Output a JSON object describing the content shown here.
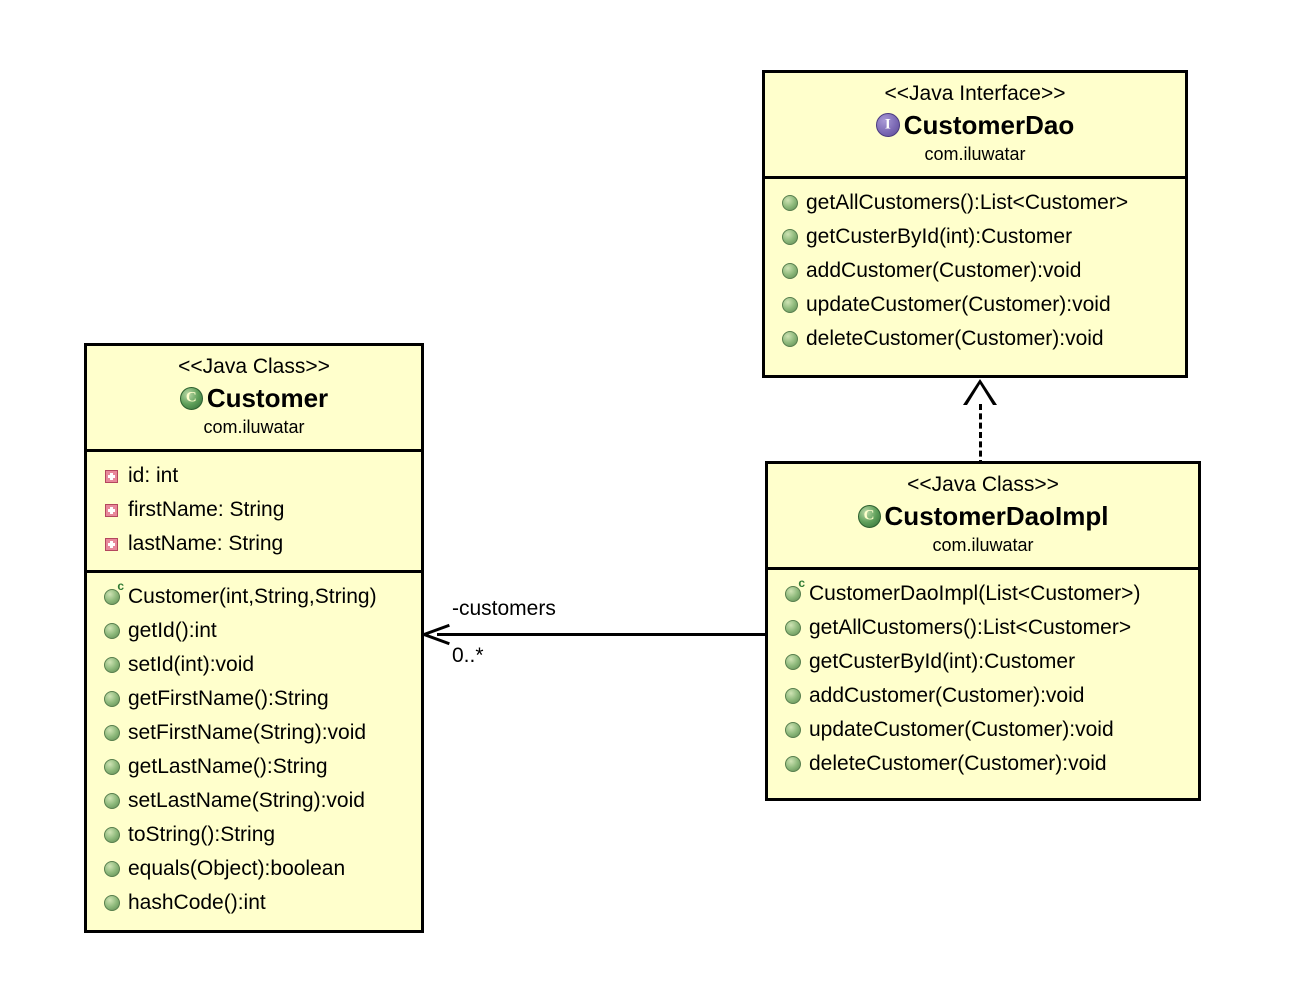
{
  "diagram": {
    "title": "Java DAO pattern UML class diagram",
    "colors": {
      "box_fill": "#ffffcc",
      "border": "#000000",
      "interface_icon": "#7c6ab5",
      "class_icon": "#5fa05a",
      "field_icon": "#e8889a",
      "method_icon": "#8fba7c"
    }
  },
  "classes": {
    "customer": {
      "stereotype": "<<Java Class>>",
      "name": "Customer",
      "package": "com.iluwatar",
      "icon": "class-icon",
      "fields": [
        {
          "icon": "private-field-icon",
          "label": "id: int"
        },
        {
          "icon": "private-field-icon",
          "label": "firstName: String"
        },
        {
          "icon": "private-field-icon",
          "label": "lastName: String"
        }
      ],
      "methods": [
        {
          "icon": "constructor-icon",
          "label": "Customer(int,String,String)"
        },
        {
          "icon": "public-method-icon",
          "label": "getId():int"
        },
        {
          "icon": "public-method-icon",
          "label": "setId(int):void"
        },
        {
          "icon": "public-method-icon",
          "label": "getFirstName():String"
        },
        {
          "icon": "public-method-icon",
          "label": "setFirstName(String):void"
        },
        {
          "icon": "public-method-icon",
          "label": "getLastName():String"
        },
        {
          "icon": "public-method-icon",
          "label": "setLastName(String):void"
        },
        {
          "icon": "public-method-icon",
          "label": "toString():String"
        },
        {
          "icon": "public-method-icon",
          "label": "equals(Object):boolean"
        },
        {
          "icon": "public-method-icon",
          "label": "hashCode():int"
        }
      ]
    },
    "customer_dao": {
      "stereotype": "<<Java Interface>>",
      "name": "CustomerDao",
      "package": "com.iluwatar",
      "icon": "interface-icon",
      "methods": [
        {
          "icon": "public-method-icon",
          "label": "getAllCustomers():List<Customer>"
        },
        {
          "icon": "public-method-icon",
          "label": "getCusterById(int):Customer"
        },
        {
          "icon": "public-method-icon",
          "label": "addCustomer(Customer):void"
        },
        {
          "icon": "public-method-icon",
          "label": "updateCustomer(Customer):void"
        },
        {
          "icon": "public-method-icon",
          "label": "deleteCustomer(Customer):void"
        }
      ]
    },
    "customer_dao_impl": {
      "stereotype": "<<Java Class>>",
      "name": "CustomerDaoImpl",
      "package": "com.iluwatar",
      "icon": "class-icon",
      "methods": [
        {
          "icon": "constructor-icon",
          "label": "CustomerDaoImpl(List<Customer>)"
        },
        {
          "icon": "public-method-icon",
          "label": "getAllCustomers():List<Customer>"
        },
        {
          "icon": "public-method-icon",
          "label": "getCusterById(int):Customer"
        },
        {
          "icon": "public-method-icon",
          "label": "addCustomer(Customer):void"
        },
        {
          "icon": "public-method-icon",
          "label": "updateCustomer(Customer):void"
        },
        {
          "icon": "public-method-icon",
          "label": "deleteCustomer(Customer):void"
        }
      ]
    }
  },
  "relationships": {
    "realization": {
      "type": "realization",
      "from": "CustomerDaoImpl",
      "to": "CustomerDao",
      "style": "dashed-hollow-triangle"
    },
    "association": {
      "type": "association",
      "from": "CustomerDaoImpl",
      "to": "Customer",
      "role_label": "-customers",
      "multiplicity": "0..*",
      "style": "solid-open-arrow"
    }
  }
}
